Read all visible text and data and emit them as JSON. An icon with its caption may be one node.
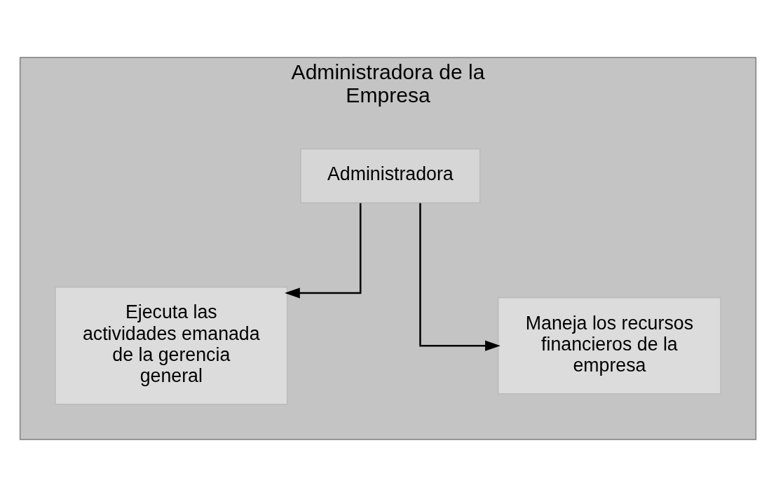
{
  "diagram": {
    "nodes": [
      {
        "text": [
          "Administradora de la Empresa"
        ]
      },
      {
        "text": [
          "Administradora"
        ],
        "in": 0
      },
      {
        "text": [
          "Ejecuta las actividades emanada de la gerencia general"
        ],
        "in": 0
      },
      {
        "text": [
          "Maneja los recursos financieros de la empresa"
        ],
        "in": 0
      }
    ],
    "edges": [
      {
        "from": 1,
        "to": 2,
        "arrow": "to"
      },
      {
        "from": 1,
        "to": 3,
        "arrow": "to"
      }
    ]
  }
}
